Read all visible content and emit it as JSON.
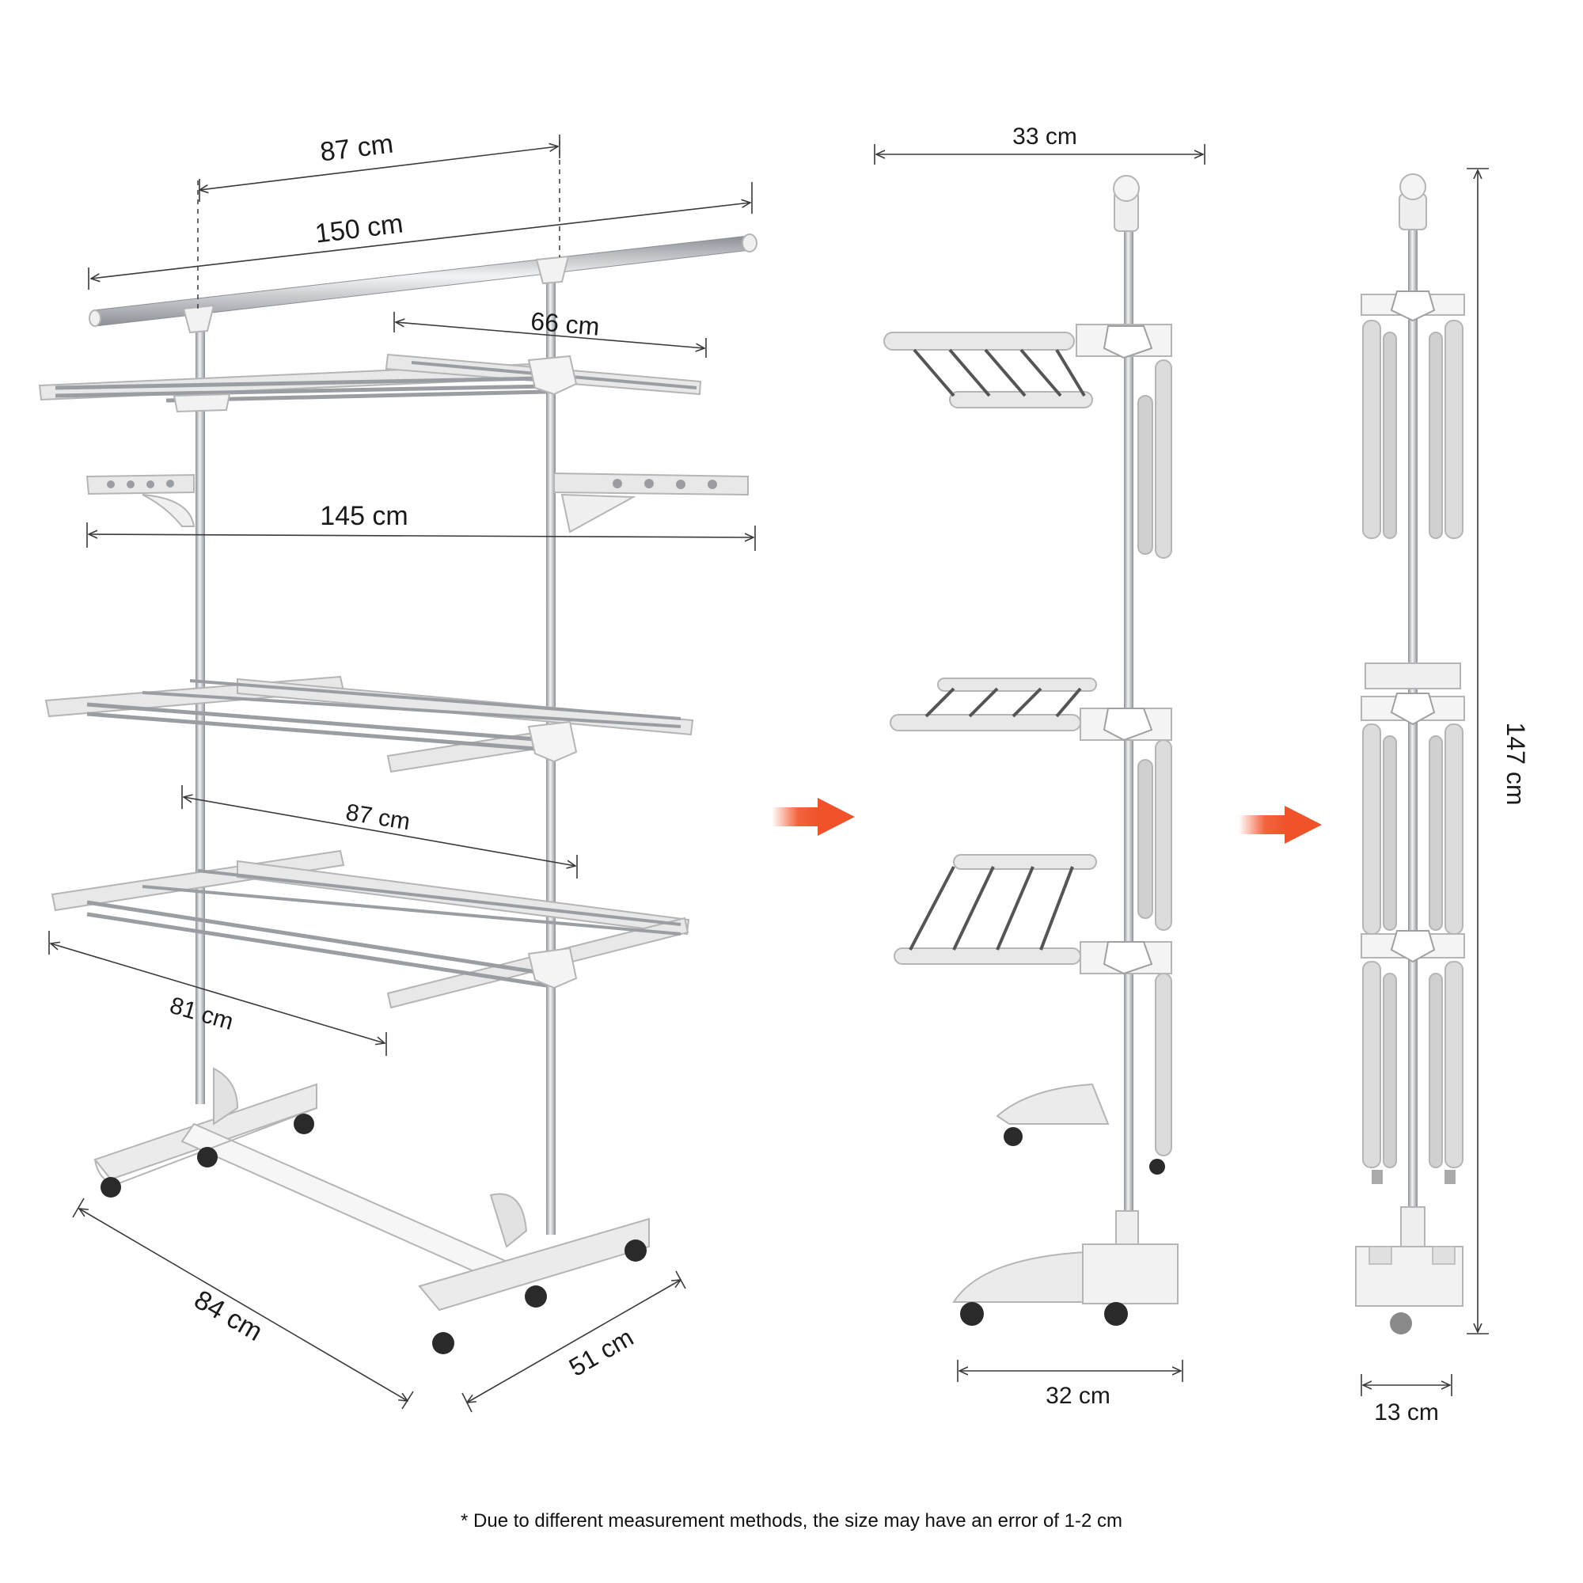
{
  "colors": {
    "steel": "#c9ccd0",
    "steel_dark": "#8c9096",
    "plastic": "#ebebeb",
    "plastic_edge": "#b5b5b5",
    "wheel": "#2a2a2a",
    "dim_line": "#3a3a3a",
    "arrow": "#f0532a"
  },
  "icons": {
    "expand_arrow_1": "orange-right-arrow-icon",
    "expand_arrow_2": "orange-right-arrow-icon"
  },
  "dimensions": {
    "top_bar_span": "87 cm",
    "top_bar_length": "150 cm",
    "top_wing": "66 cm",
    "middle_width": "145 cm",
    "shelf_span": "87 cm",
    "shelf_length": "81 cm",
    "base_length": "84 cm",
    "base_width": "51 cm",
    "side_top_width": "33 cm",
    "side_base_width": "32 cm",
    "folded_width": "13 cm",
    "height": "147 cm"
  },
  "footnote": "* Due to different measurement methods, the size may have an error of 1-2 cm"
}
